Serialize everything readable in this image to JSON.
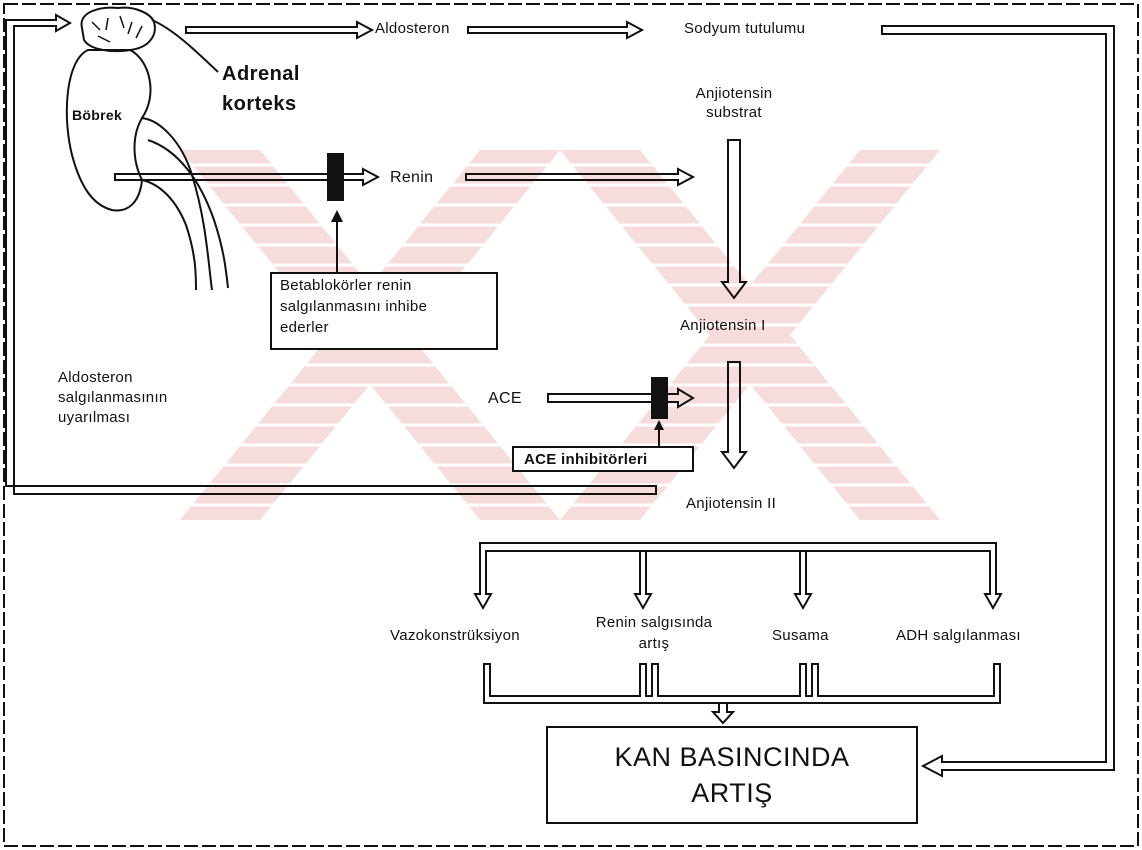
{
  "labels": {
    "adrenal_line1": "Adrenal",
    "adrenal_line2": "korteks",
    "bobrek": "Böbrek",
    "aldosteron": "Aldosteron",
    "sodyum": "Sodyum tutulumu",
    "anjiotensin_substrat_line1": "Anjiotensin",
    "anjiotensin_substrat_line2": "substrat",
    "renin": "Renin",
    "beta_line1": "Betablokörler renin",
    "beta_line2": "salgılanmasını inhibe",
    "beta_line3": "ederler",
    "anjiotensin_1": "Anjiotensin I",
    "aldo_stim_line1": "Aldosteron",
    "aldo_stim_line2": "salgılanmasının",
    "aldo_stim_line3": "uyarılması",
    "ace": "ACE",
    "ace_inhib": "ACE inhibitörleri",
    "anjiotensin_2": "Anjiotensin II",
    "vazo": "Vazokonstrüksiyon",
    "renin_artis_line1": "Renin salgısında",
    "renin_artis_line2": "artış",
    "susama": "Susama",
    "adh": "ADH salgılanması",
    "kan_line1": "KAN BASINCINDA",
    "kan_line2": "ARTIŞ"
  },
  "icons": {
    "kidney": "kidney-icon",
    "adrenal_gland": "adrenal-gland-icon",
    "blocker": "blocker-bar-icon"
  },
  "colors": {
    "ink": "#111111",
    "watermark": "#f6d5d5"
  }
}
